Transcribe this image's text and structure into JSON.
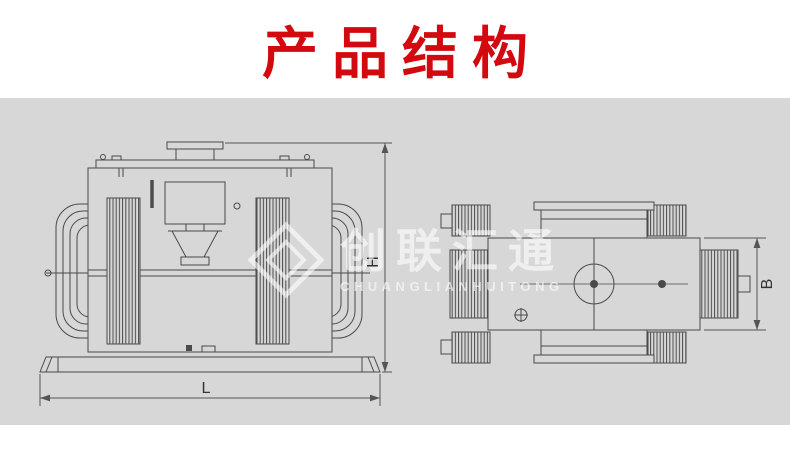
{
  "header": {
    "title": "产品结构",
    "title_color": "#d20a10",
    "background": "#ffffff"
  },
  "drawing_area": {
    "background": "#d7d7d7",
    "line_color": "#4a4a4a"
  },
  "watermark": {
    "cn": "创联汇通",
    "en": "CHUANGLIANHUITONG",
    "color": "#ffffff"
  },
  "drawings": {
    "front_view": {
      "length_label": "L",
      "height_label": "H"
    },
    "top_view": {
      "width_label": "B"
    }
  }
}
